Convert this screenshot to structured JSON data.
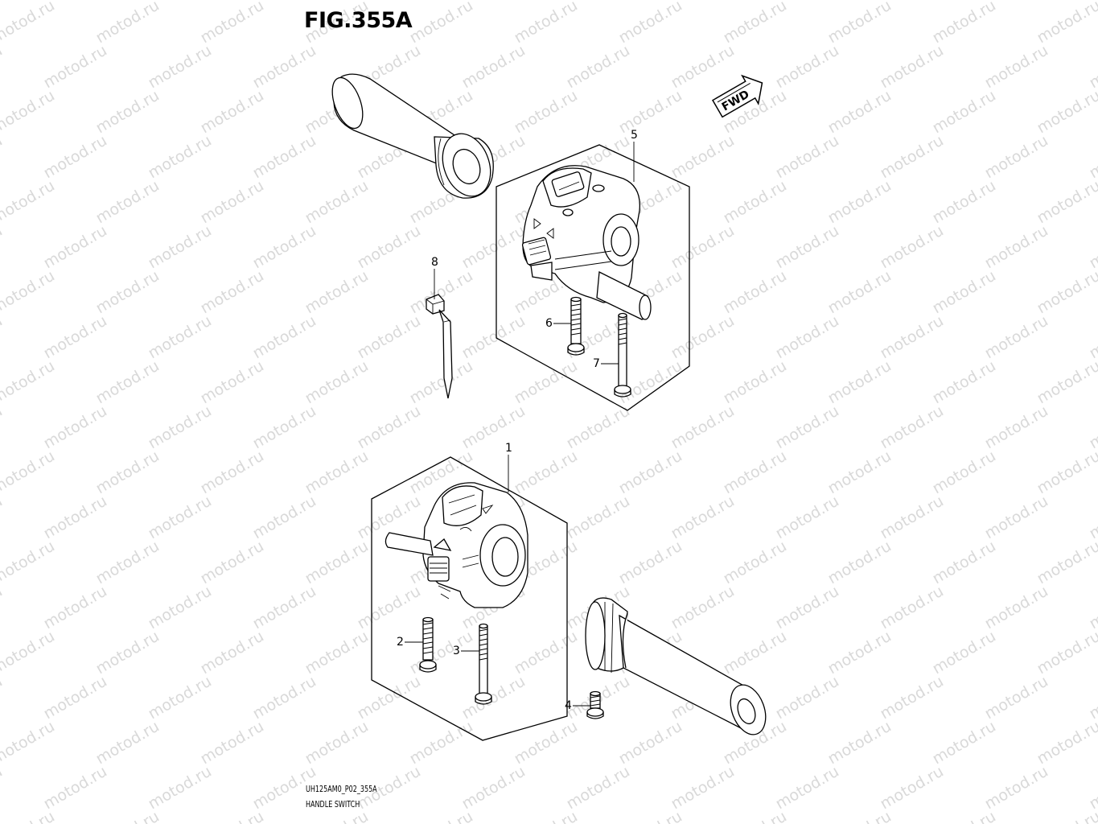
{
  "figure_title": "FIG.355A",
  "fwd_label": "FWD",
  "footer": {
    "code": "UH125AM0_P02_355A",
    "name": "HANDLE SWITCH"
  },
  "watermark_text": "motod.ru",
  "callouts": [
    {
      "id": "1",
      "label": "1"
    },
    {
      "id": "2",
      "label": "2"
    },
    {
      "id": "3",
      "label": "3"
    },
    {
      "id": "4",
      "label": "4"
    },
    {
      "id": "5",
      "label": "5"
    },
    {
      "id": "6",
      "label": "6"
    },
    {
      "id": "7",
      "label": "7"
    },
    {
      "id": "8",
      "label": "8"
    }
  ],
  "colors": {
    "line": "#000000",
    "watermark": "#d9d9d9",
    "background": "#ffffff"
  }
}
